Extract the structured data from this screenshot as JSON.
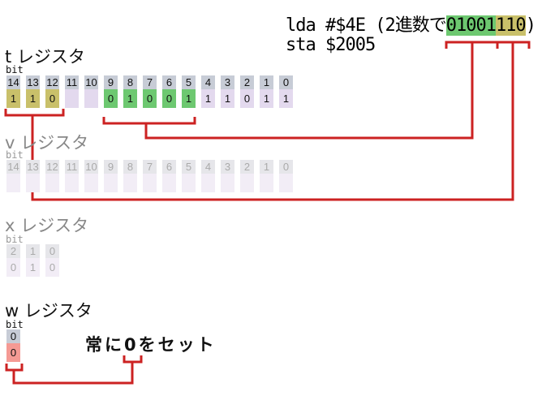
{
  "code": {
    "line1_prefix": "lda #$4E (2進数で",
    "line1_green": "01001",
    "line1_yellow": "110",
    "line1_suffix": ")",
    "line2": "sta $2005"
  },
  "bit_label": "bit",
  "registers": {
    "t": {
      "title": "t レジスタ",
      "bits": [
        "14",
        "13",
        "12",
        "11",
        "10",
        "9",
        "8",
        "7",
        "6",
        "5",
        "4",
        "3",
        "2",
        "1",
        "0"
      ],
      "values": [
        "1",
        "1",
        "0",
        "",
        "",
        "0",
        "1",
        "0",
        "0",
        "1",
        "1",
        "1",
        "0",
        "1",
        "1"
      ],
      "highlight": [
        "yellow",
        "yellow",
        "yellow",
        "",
        "",
        "green",
        "green",
        "green",
        "green",
        "green",
        "",
        "",
        "",
        "",
        ""
      ]
    },
    "v": {
      "title": "v レジスタ",
      "bits": [
        "14",
        "13",
        "12",
        "11",
        "10",
        "9",
        "8",
        "7",
        "6",
        "5",
        "4",
        "3",
        "2",
        "1",
        "0"
      ],
      "values": [
        "",
        "",
        "",
        "",
        "",
        "",
        "",
        "",
        "",
        "",
        "",
        "",
        "",
        "",
        ""
      ]
    },
    "x": {
      "title": "x レジスタ",
      "bits": [
        "2",
        "1",
        "0"
      ],
      "values": [
        "0",
        "1",
        "0"
      ]
    },
    "w": {
      "title": "w レジスタ",
      "bits": [
        "0"
      ],
      "values": [
        "0"
      ]
    }
  },
  "note": "常に0をセット",
  "colors": {
    "green": "#6dc870",
    "yellow": "#c9c06a",
    "red": "#cc2222",
    "w_value": "#f59a94",
    "header": "#c7ccd6",
    "empty": "#e3d9ee"
  }
}
